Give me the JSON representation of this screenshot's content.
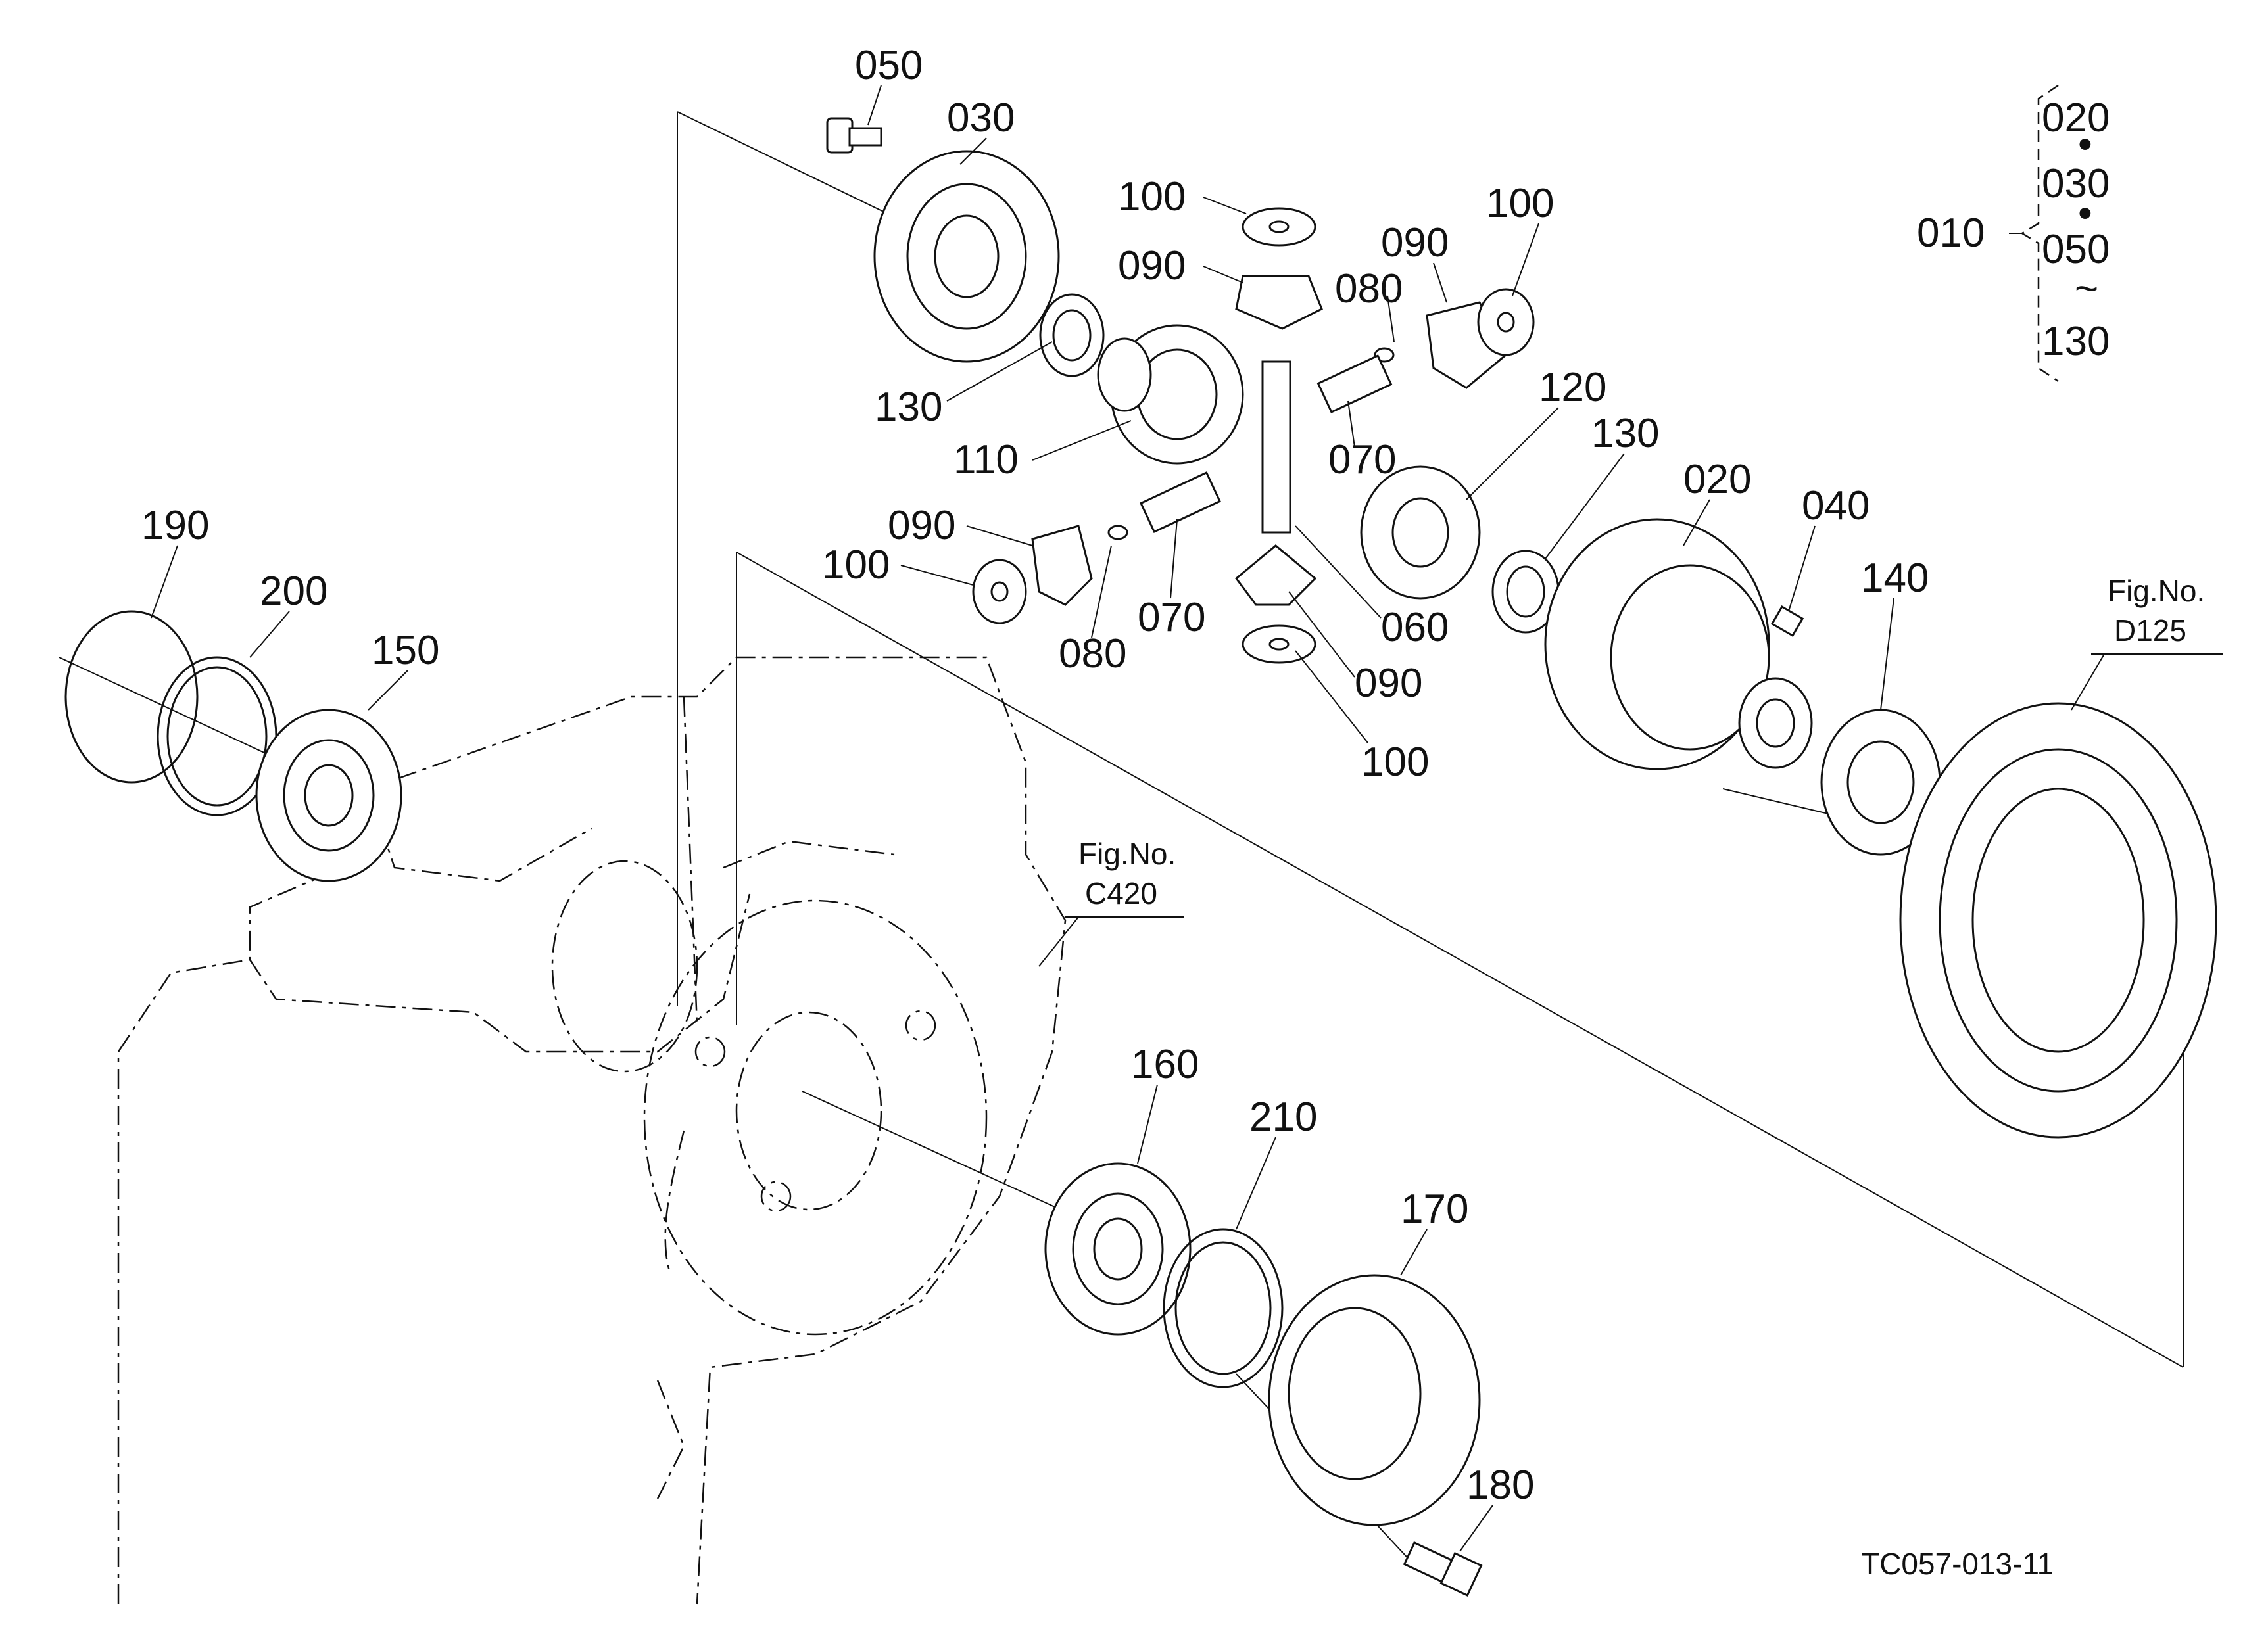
{
  "diagram_id": "TC057-013-11",
  "assembly": {
    "label": "010",
    "members": [
      "020",
      "030",
      "050",
      "130"
    ],
    "separators": [
      "•",
      "•",
      "~"
    ]
  },
  "part_labels": [
    "050",
    "030",
    "100",
    "090",
    "080",
    "090",
    "100",
    "120",
    "130",
    "110",
    "070",
    "090",
    "100",
    "080",
    "070",
    "060",
    "090",
    "100",
    "020",
    "040",
    "140",
    "190",
    "200",
    "150",
    "160",
    "210",
    "170",
    "180",
    "130"
  ],
  "references": [
    {
      "line1": "Fig.No.",
      "line2": "D125"
    },
    {
      "line1": "Fig.No.",
      "line2": "C420"
    }
  ]
}
